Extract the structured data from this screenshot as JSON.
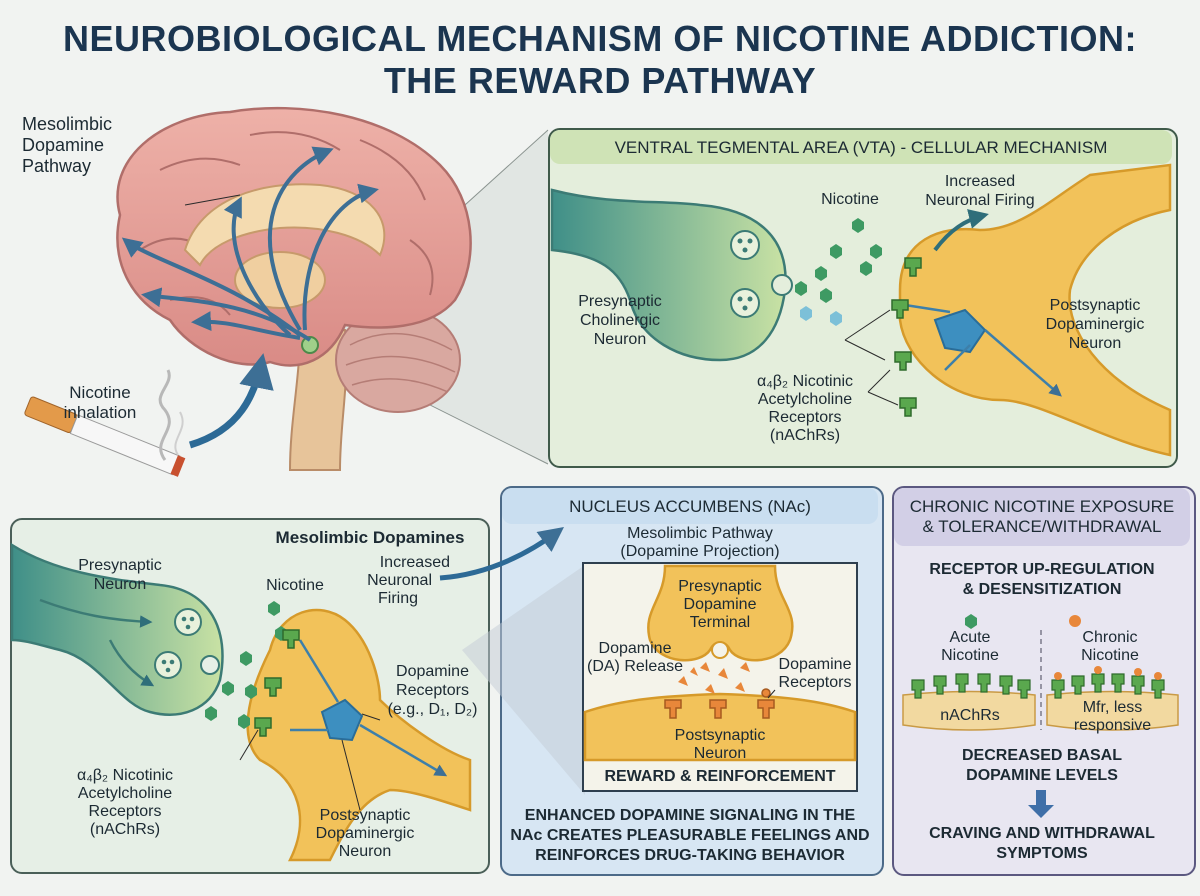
{
  "title": {
    "line1": "NEUROBIOLOGICAL MECHANISM OF NICOTINE ADDICTION:",
    "line2": "THE REWARD PATHWAY"
  },
  "brain": {
    "pathway_label": [
      "Mesolimbic",
      "Dopamine",
      "Pathway"
    ],
    "inhalation_label": [
      "Nicotine",
      "inhalation"
    ]
  },
  "vta": {
    "header": "VENTRAL TEGMENTAL AREA (VTA) - CELLULAR MECHANISM",
    "nicotine": "Nicotine",
    "firing": [
      "Increased",
      "Neuronal Firing"
    ],
    "presynaptic": [
      "Presynaptic",
      "Cholinergic",
      "Neuron"
    ],
    "postsynaptic": [
      "Postsynaptic",
      "Dopaminergic",
      "Neuron"
    ],
    "receptors": [
      "α₄β₂ Nicotinic",
      "Acetylcholine",
      "Receptors",
      "(nAChRs)"
    ]
  },
  "meso": {
    "header": "Mesolimbic Dopamines",
    "presynaptic": [
      "Presynaptic",
      "Neuron"
    ],
    "nicotine": "Nicotine",
    "firing": [
      "Increased",
      "Neuronal",
      "Firing"
    ],
    "da_receptors": [
      "Dopamine",
      "Receptors",
      "(e.g., D₁, D₂)"
    ],
    "nachr": [
      "α₄β₂ Nicotinic",
      "Acetylcholine",
      "Receptors",
      "(nAChRs)"
    ],
    "postsynaptic": [
      "Postsynaptic",
      "Dopaminergic",
      "Neuron"
    ]
  },
  "nac": {
    "header": "NUCLEUS ACCUMBENS (NAc)",
    "pathway": [
      "Mesolimbic Pathway",
      "(Dopamine Projection)"
    ],
    "terminal": [
      "Presynaptic",
      "Dopamine",
      "Terminal"
    ],
    "release": [
      "Dopamine",
      "(DA) Release"
    ],
    "receptors": [
      "Dopamine",
      "Receptors"
    ],
    "postsynaptic": [
      "Postsynaptic",
      "Neuron"
    ],
    "reward": "REWARD & REINFORCEMENT",
    "summary": [
      "ENHANCED DOPAMINE SIGNALING IN THE",
      "NAc CREATES PLEASURABLE FEELINGS AND",
      "REINFORCES DRUG-TAKING BEHAVIOR"
    ]
  },
  "chronic": {
    "header": [
      "CHRONIC NICOTINE EXPOSURE",
      "& TOLERANCE/WITHDRAWAL"
    ],
    "subheader": [
      "RECEPTOR UP-REGULATION",
      "& DESENSITIZATION"
    ],
    "acute": [
      "Acute",
      "Nicotine"
    ],
    "chronic": [
      "Chronic",
      "Nicotine"
    ],
    "acute_caption": "nAChRs",
    "chronic_caption": [
      "Mfr, less",
      "responsive"
    ],
    "decreased": [
      "DECREASED BASAL",
      "DOPAMINE LEVELS"
    ],
    "craving": [
      "CRAVING AND WITHDRAWAL",
      "SYMPTOMS"
    ]
  },
  "colors": {
    "navy": "#1b3550",
    "green_header": "#cfe3b6",
    "blue_header": "#c9def0",
    "purple_header": "#d2cfe6",
    "neuron_yellow": "#f2c25a",
    "neuron_teal": "#6fb8a8",
    "nicotine_green": "#3e9a63",
    "receptor_orange": "#e8873a"
  }
}
